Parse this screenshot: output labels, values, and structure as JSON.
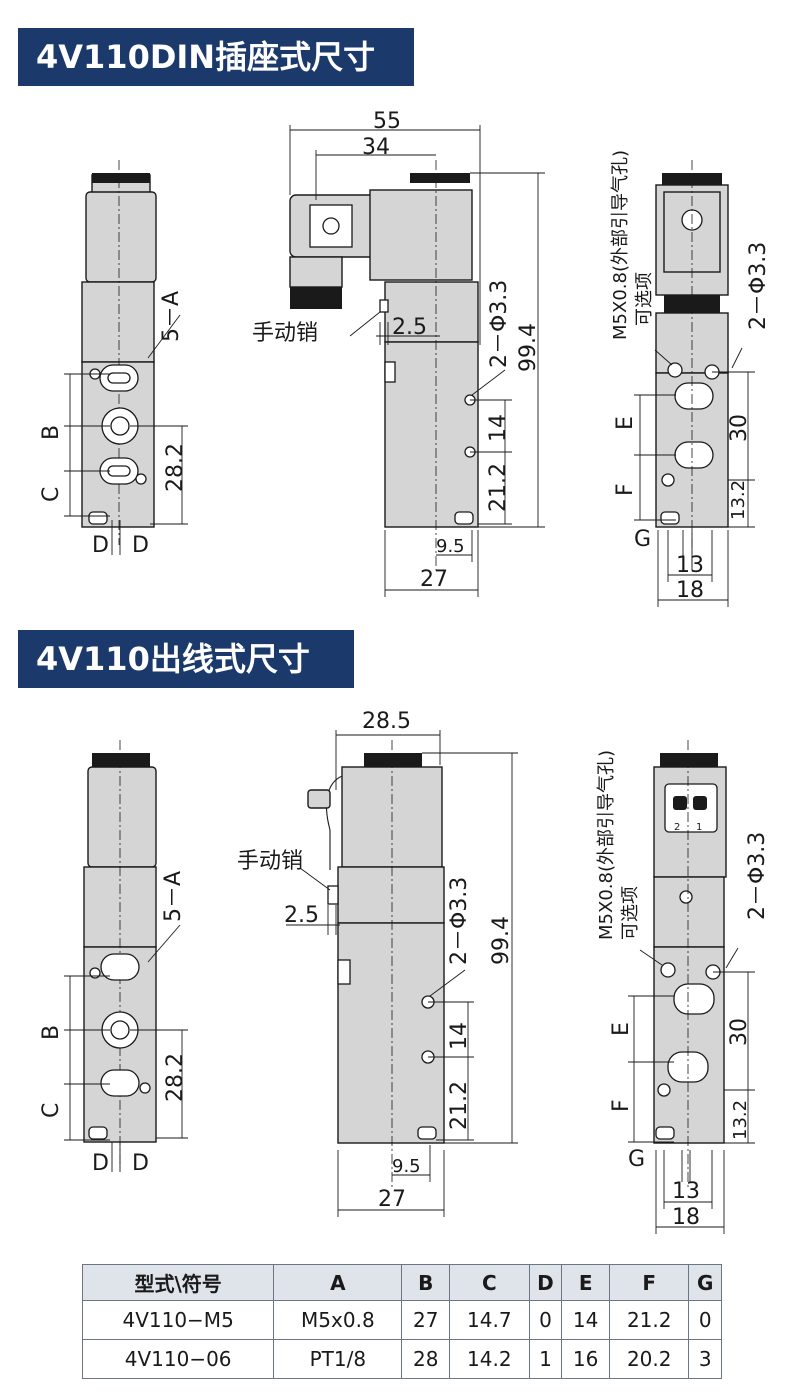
{
  "sections": [
    {
      "title": "4V110DIN插座式尺寸",
      "labels": {
        "d55": "55",
        "d34": "34",
        "d25": "2.5",
        "d994": "99.4",
        "d33": "2－Φ3.3",
        "d14": "14",
        "d212": "21.2",
        "d95": "9.5",
        "d27": "27",
        "manual": "手动销",
        "fiveA": "5－A",
        "B": "B",
        "C": "C",
        "D1": "D",
        "D2": "D",
        "d282": "28.2",
        "m5": "M5X0.8(外部引导气孔)",
        "opt": "可选项",
        "E": "E",
        "F": "F",
        "G": "G",
        "d30": "30",
        "d132": "13.2",
        "d13": "13",
        "d18": "18",
        "d33b": "2－Φ3.3"
      }
    },
    {
      "title": "4V110出线式尺寸",
      "labels": {
        "d285": "28.5",
        "d25": "2.5",
        "d994": "99.4",
        "d33": "2－Φ3.3",
        "d14": "14",
        "d212": "21.2",
        "d95": "9.5",
        "d27": "27",
        "manual": "手动销",
        "fiveA": "5－A",
        "B": "B",
        "C": "C",
        "D1": "D",
        "D2": "D",
        "d282": "28.2",
        "m5": "M5X0.8(外部引导气孔)",
        "opt": "可选项",
        "E": "E",
        "F": "F",
        "G": "G",
        "d30": "30",
        "d132": "13.2",
        "d13": "13",
        "d18": "18",
        "d33b": "2－Φ3.3",
        "pin1": "2",
        "pin2": "1"
      }
    }
  ],
  "table": {
    "headers": [
      "型式\\符号",
      "A",
      "B",
      "C",
      "D",
      "E",
      "F",
      "G"
    ],
    "rows": [
      [
        "4V110−M5",
        "M5x0.8",
        "27",
        "14.7",
        "0",
        "14",
        "21.2",
        "0"
      ],
      [
        "4V110−06",
        "PT1/8",
        "28",
        "14.2",
        "1",
        "16",
        "20.2",
        "3"
      ]
    ]
  }
}
